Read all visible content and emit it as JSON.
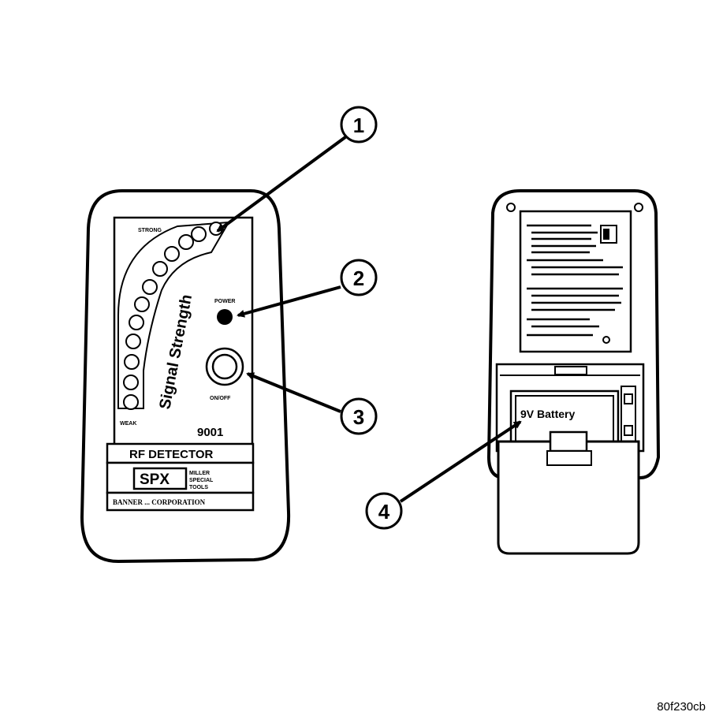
{
  "front": {
    "strong_label": "STRONG",
    "weak_label": "WEAK",
    "signal_label": "Signal Strength",
    "power_label": "POWER",
    "onoff_label": "ON/OFF",
    "model": "9001",
    "name": "RF DETECTOR",
    "brand": "SPX",
    "brand_line1": "MILLER",
    "brand_line2": "SPECIAL",
    "brand_line3": "TOOLS",
    "footer": "BANNER ... CORPORATION"
  },
  "back": {
    "battery_label": "9V Battery"
  },
  "callouts": [
    "1",
    "2",
    "3",
    "4"
  ],
  "caption": "80f230cb"
}
